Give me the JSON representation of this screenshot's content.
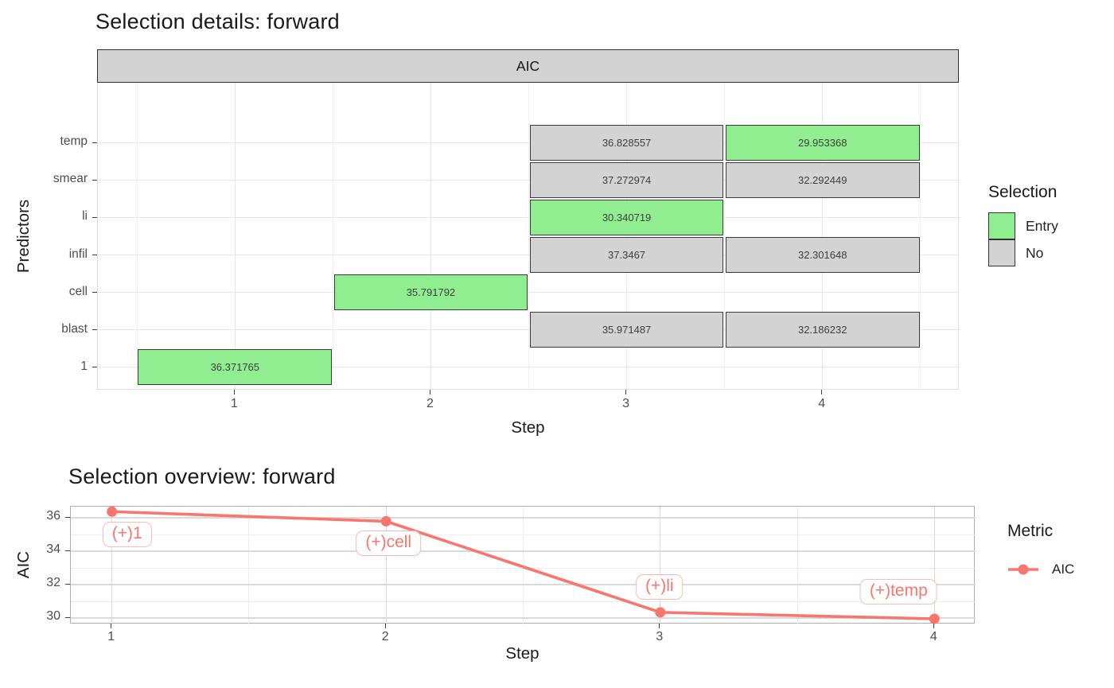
{
  "figure1": {
    "title": "Selection details: forward",
    "strip_label": "AIC",
    "x_axis": {
      "label": "Step",
      "ticks": [
        "1",
        "2",
        "3",
        "4"
      ]
    },
    "y_axis": {
      "label": "Predictors",
      "categories_top_to_bottom": [
        "temp",
        "smear",
        "li",
        "infil",
        "cell",
        "blast",
        "1"
      ]
    },
    "legend": {
      "title": "Selection",
      "entries": [
        {
          "label": "Entry",
          "color": "#90EE90"
        },
        {
          "label": "No",
          "color": "#D3D3D3"
        }
      ]
    }
  },
  "figure2": {
    "title": "Selection overview: forward",
    "x_axis": {
      "label": "Step",
      "ticks": [
        "1",
        "2",
        "3",
        "4"
      ]
    },
    "y_axis": {
      "label": "AIC",
      "ticks": [
        "30",
        "32",
        "34",
        "36"
      ]
    },
    "legend": {
      "title": "Metric",
      "entries": [
        {
          "label": "AIC",
          "color": "#F8766D"
        }
      ]
    }
  },
  "colors": {
    "entry_green": "#90EE90",
    "no_gray": "#D3D3D3",
    "tile_border": "#3A3A3A",
    "metric_salmon": "#F8766D",
    "strip_gray": "#D2D2D2"
  },
  "chart_data": [
    {
      "type": "heatmap",
      "title": "Selection details: forward",
      "facet_label": "AIC",
      "xlabel": "Step",
      "ylabel": "Predictors",
      "xticks": [
        1,
        2,
        3,
        4
      ],
      "xlim": [
        0.3,
        4.7
      ],
      "categories_bottom_to_top": [
        "1",
        "blast",
        "cell",
        "infil",
        "li",
        "smear",
        "temp"
      ],
      "grid": true,
      "legend_position": "right",
      "legend_title": "Selection",
      "colors": {
        "Entry": "#90EE90",
        "No": "#D3D3D3"
      },
      "tiles": [
        {
          "step": 1,
          "predictor": "1",
          "aic": 36.371765,
          "selection": "Entry"
        },
        {
          "step": 2,
          "predictor": "cell",
          "aic": 35.791792,
          "selection": "Entry"
        },
        {
          "step": 3,
          "predictor": "temp",
          "aic": 36.828557,
          "selection": "No"
        },
        {
          "step": 3,
          "predictor": "smear",
          "aic": 37.272974,
          "selection": "No"
        },
        {
          "step": 3,
          "predictor": "li",
          "aic": 30.340719,
          "selection": "Entry"
        },
        {
          "step": 3,
          "predictor": "infil",
          "aic": 37.3467,
          "selection": "No"
        },
        {
          "step": 3,
          "predictor": "blast",
          "aic": 35.971487,
          "selection": "No"
        },
        {
          "step": 4,
          "predictor": "temp",
          "aic": 29.953368,
          "selection": "Entry"
        },
        {
          "step": 4,
          "predictor": "smear",
          "aic": 32.292449,
          "selection": "No"
        },
        {
          "step": 4,
          "predictor": "infil",
          "aic": 32.301648,
          "selection": "No"
        },
        {
          "step": 4,
          "predictor": "blast",
          "aic": 32.186232,
          "selection": "No"
        }
      ]
    },
    {
      "type": "line",
      "title": "Selection overview: forward",
      "xlabel": "Step",
      "ylabel": "AIC",
      "x": [
        1,
        2,
        3,
        4
      ],
      "series": [
        {
          "name": "AIC",
          "values": [
            36.371765,
            35.791792,
            30.340719,
            29.953368
          ]
        }
      ],
      "xticks": [
        1,
        2,
        3,
        4
      ],
      "yticks": [
        30,
        32,
        34,
        36
      ],
      "xlim": [
        0.85,
        4.15
      ],
      "ylim": [
        29.62,
        36.67
      ],
      "grid": true,
      "legend_position": "right",
      "legend_title": "Metric",
      "line_color": "#F8766D",
      "annotations": [
        {
          "x": 1,
          "y": 36.371765,
          "label": "(+)1",
          "dx": 20,
          "dy": 30
        },
        {
          "x": 2,
          "y": 35.791792,
          "label": "(+)cell",
          "dx": 4,
          "dy": 29
        },
        {
          "x": 3,
          "y": 30.340719,
          "label": "(+)li",
          "dx": 0,
          "dy": -31
        },
        {
          "x": 4,
          "y": 29.953368,
          "label": "(+)temp",
          "dx": -44,
          "dy": -33
        }
      ]
    }
  ]
}
